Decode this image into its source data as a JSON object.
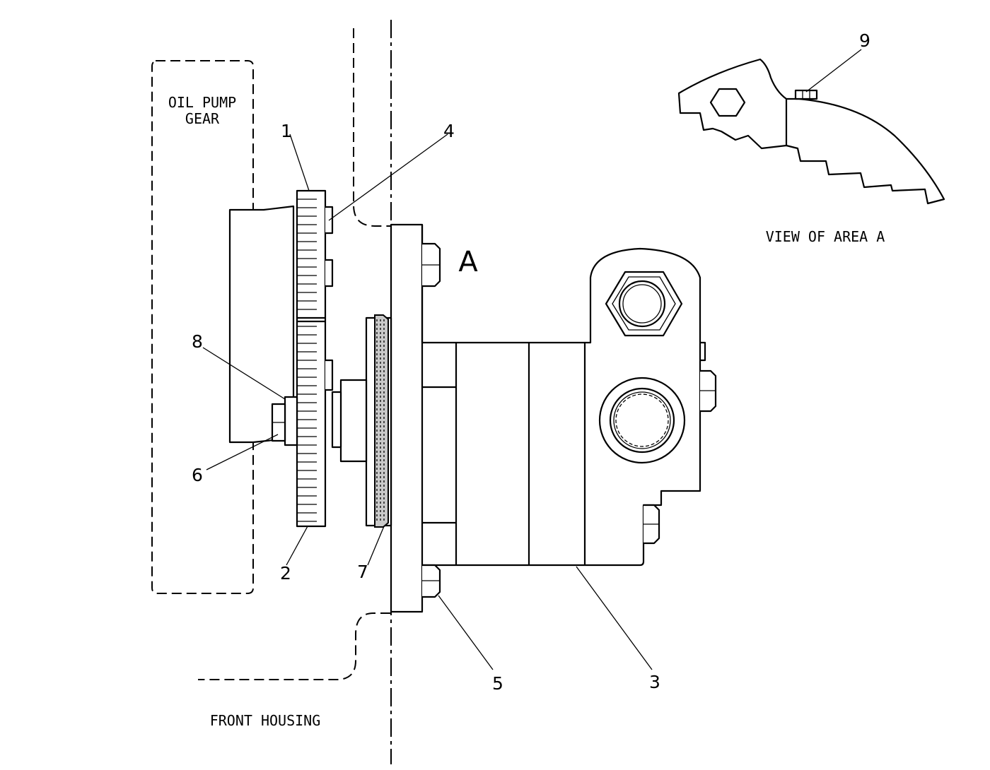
{
  "labels": {
    "oil_pump_gear_line1": "OIL PUMP",
    "oil_pump_gear_line2": "GEAR",
    "front_housing": "FRONT HOUSING",
    "view_of_area": "VIEW OF AREA A",
    "area_marker": "A"
  },
  "callouts": [
    "1",
    "2",
    "3",
    "4",
    "5",
    "6",
    "7",
    "8",
    "9"
  ]
}
